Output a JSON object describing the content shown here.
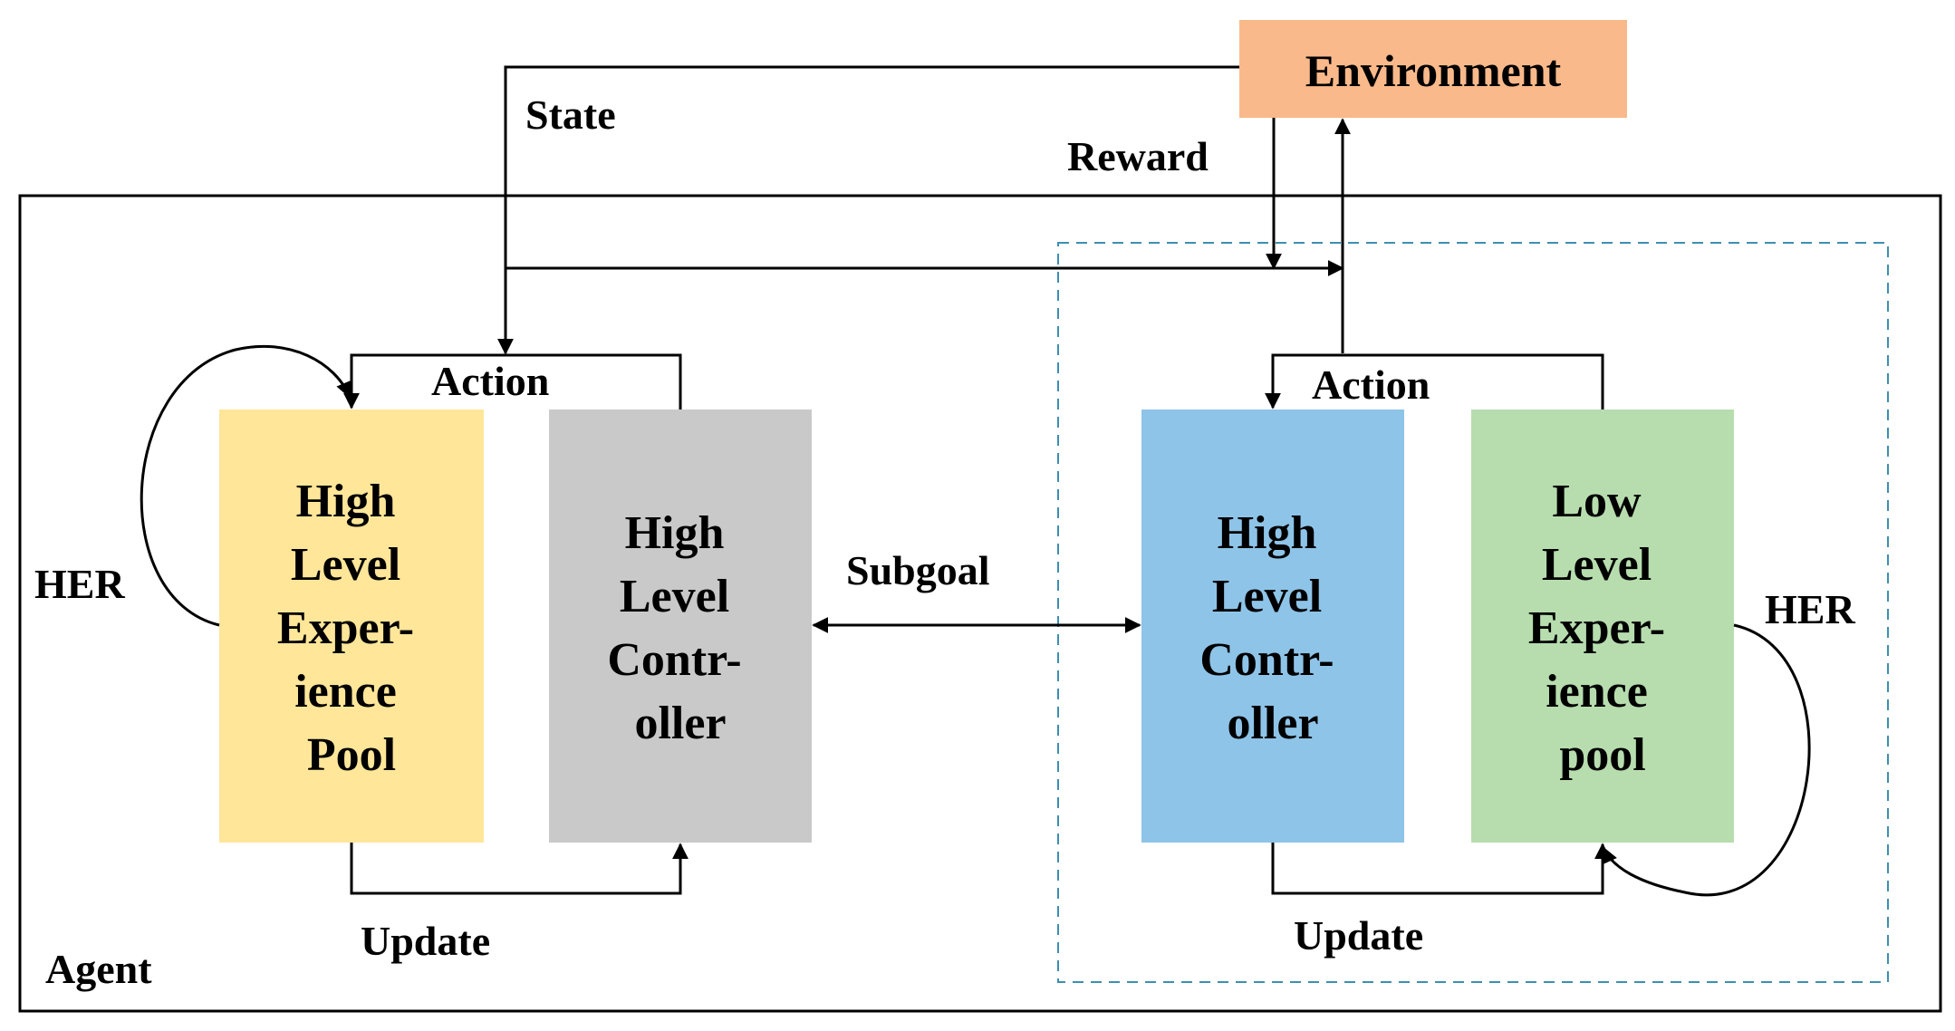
{
  "environment": {
    "label": "Environment",
    "color": "#F9B98A"
  },
  "agent": {
    "label": "Agent"
  },
  "edges": {
    "state": "State",
    "reward": "Reward",
    "action_left": "Action",
    "action_right": "Action",
    "subgoal": "Subgoal",
    "update_left": "Update",
    "update_right": "Update",
    "her_left": "HER",
    "her_right": "HER"
  },
  "boxes": {
    "high_level_experience_pool": {
      "lines": [
        "High",
        "Level",
        "Exper-",
        "ience",
        "Pool"
      ],
      "color": "#FFE699"
    },
    "high_level_controller_left": {
      "lines": [
        "High",
        "Level",
        "Contr-",
        "oller"
      ],
      "color": "#C9C9C9"
    },
    "high_level_controller_right": {
      "lines": [
        "High",
        "Level",
        "Contr-",
        "oller"
      ],
      "color": "#8EC4E8"
    },
    "low_level_experience_pool": {
      "lines": [
        "Low",
        "Level",
        "Exper-",
        "ience",
        "pool"
      ],
      "color": "#B7DDAE"
    }
  }
}
